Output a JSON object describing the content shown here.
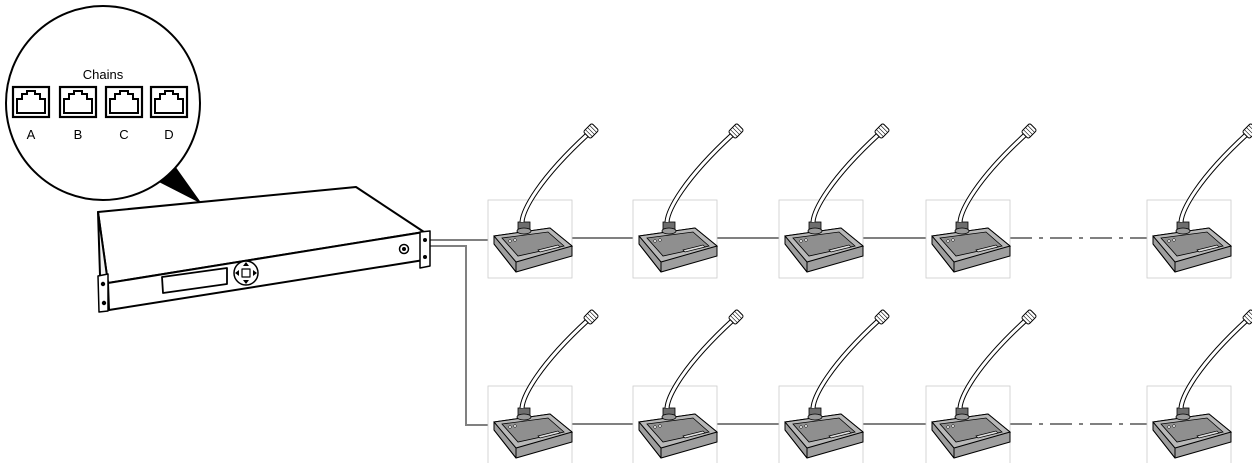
{
  "zoom_callout": {
    "title": "Chains",
    "ports": [
      {
        "label": "A",
        "icon": "rj45-port-icon"
      },
      {
        "label": "B",
        "icon": "rj45-port-icon"
      },
      {
        "label": "C",
        "icon": "rj45-port-icon"
      },
      {
        "label": "D",
        "icon": "rj45-port-icon"
      }
    ]
  },
  "central_unit": {
    "icon": "central-unit-icon"
  },
  "chains": [
    {
      "units": 5,
      "broken_link_before_last": true
    },
    {
      "units": 5,
      "broken_link_before_last": true
    }
  ],
  "delegate_unit": {
    "icon": "gooseneck-microphone-delegate-unit-icon"
  },
  "colors": {
    "stroke": "#000000",
    "cable": "#808080",
    "unit_base": "#b3b3b3",
    "unit_plate": "#8c8c8c",
    "frame": "#cccccc"
  }
}
